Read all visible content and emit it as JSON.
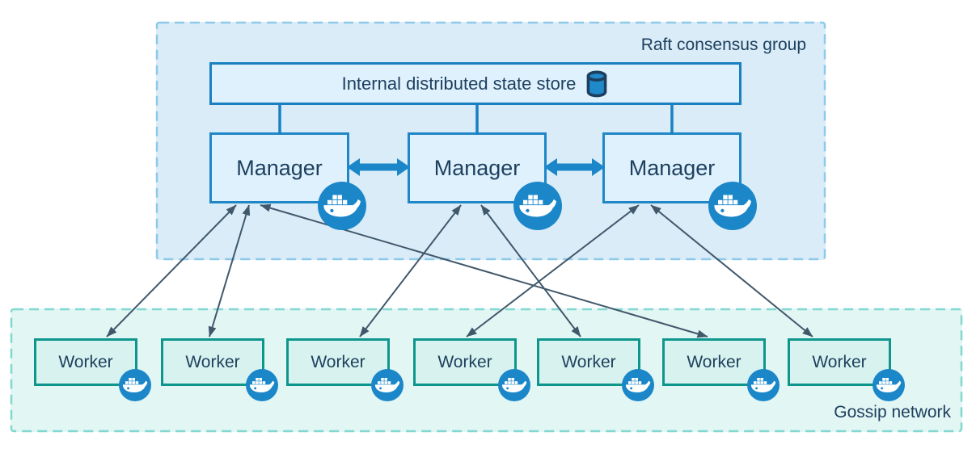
{
  "raft_group": {
    "label": "Raft consensus group",
    "state_store": {
      "label": "Internal distributed state store",
      "icon": "database-cylinder-icon"
    },
    "managers": [
      {
        "label": "Manager"
      },
      {
        "label": "Manager"
      },
      {
        "label": "Manager"
      }
    ],
    "node_badge_icon": "docker-whale-icon"
  },
  "gossip_network": {
    "label": "Gossip network",
    "workers": [
      {
        "label": "Worker"
      },
      {
        "label": "Worker"
      },
      {
        "label": "Worker"
      },
      {
        "label": "Worker"
      },
      {
        "label": "Worker"
      },
      {
        "label": "Worker"
      },
      {
        "label": "Worker"
      }
    ],
    "node_badge_icon": "docker-whale-icon"
  },
  "connections": {
    "state_store_links": [
      "manager-1",
      "manager-2",
      "manager-3"
    ],
    "manager_peer_links": [
      {
        "from": "manager-1",
        "to": "manager-2",
        "style": "thick-double-arrow"
      },
      {
        "from": "manager-2",
        "to": "manager-3",
        "style": "thick-double-arrow"
      }
    ],
    "manager_worker_links": [
      {
        "manager": "manager-1",
        "worker": "worker-1",
        "style": "thin-double-arrow"
      },
      {
        "manager": "manager-1",
        "worker": "worker-2",
        "style": "thin-double-arrow"
      },
      {
        "manager": "manager-1",
        "worker": "worker-6",
        "style": "thin-double-arrow"
      },
      {
        "manager": "manager-2",
        "worker": "worker-3",
        "style": "thin-double-arrow"
      },
      {
        "manager": "manager-2",
        "worker": "worker-5",
        "style": "thin-double-arrow"
      },
      {
        "manager": "manager-3",
        "worker": "worker-4",
        "style": "thin-double-arrow"
      },
      {
        "manager": "manager-3",
        "worker": "worker-7",
        "style": "thin-double-arrow"
      }
    ]
  },
  "colors": {
    "raft_fill": "#d9ecf8",
    "raft_dash_border": "#8ec9e9",
    "blue_node_fill": "#def1fc",
    "blue_node_border": "#1f87c7",
    "thick_arrow_blue": "#1b86c8",
    "docker_circle_blue": "#1b87c9",
    "gossip_fill": "#e2f6f4",
    "gossip_dash_border": "#82d7cf",
    "worker_fill": "#d8f3ef",
    "worker_border": "#0e968c",
    "thin_arrow": "#41586b",
    "text": "#1e405e"
  }
}
